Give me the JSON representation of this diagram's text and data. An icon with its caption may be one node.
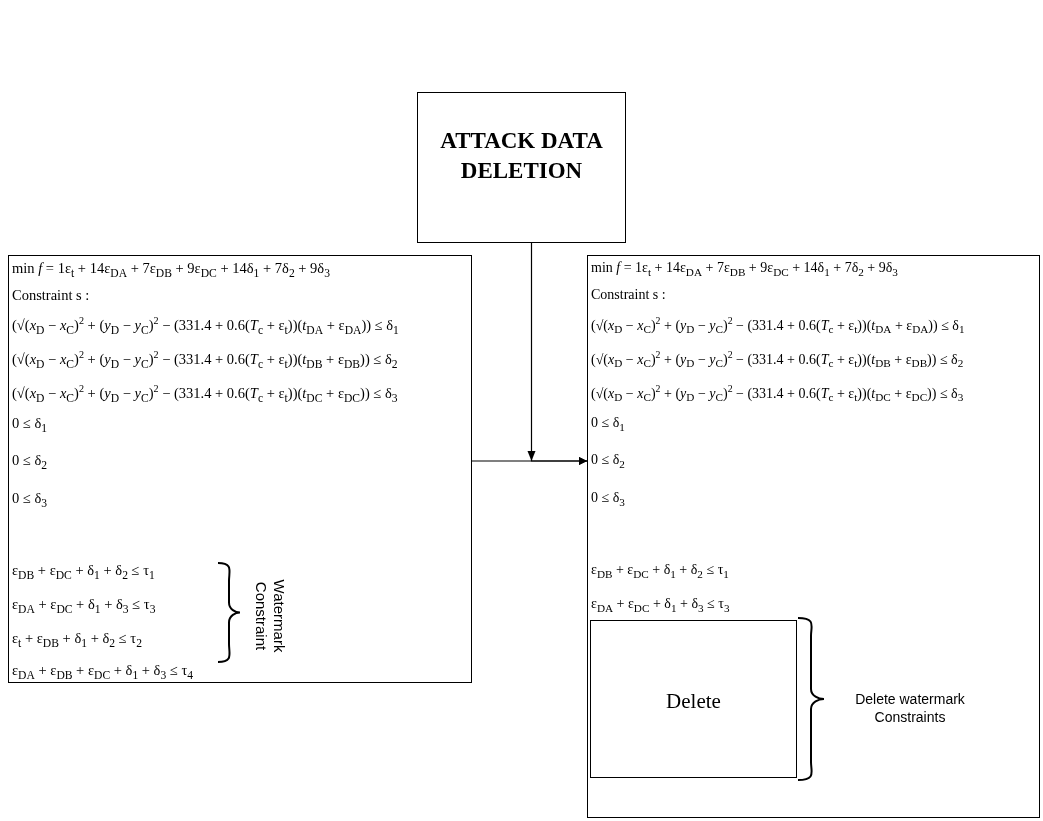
{
  "diagram": {
    "nodes": [
      {
        "text": [
          "ATTACK DATA DELETION"
        ]
      },
      {
        "text": [
          "min *f* = 1ε$_{t}$ + 14ε$_{DA}$ + 7ε$_{DB}$ + 9ε$_{DC}$ + 14δ$_{1}$ + 7δ$_{2}$ + 9δ$_{3}$",
          "Constraint s :",
          "(√(*x*$_{D}$ − *x*$_{C}$)$^{2}$ + (*y*$_{D}$ − *y*$_{C}$)$^{2}$ − (331.4 + 0.6(*T*$_{c}$ + ε$_{t}$))(*t*$_{DA}$ + ε$_{DA}$)) ≤ δ$_{1}$",
          "(√(*x*$_{D}$ − *x*$_{C}$)$^{2}$ + (*y*$_{D}$ − *y*$_{C}$)$^{2}$ − (331.4 + 0.6(*T*$_{c}$ + ε$_{t}$))(*t*$_{DB}$ + ε$_{DB}$)) ≤ δ$_{2}$",
          "(√(*x*$_{D}$ − *x*$_{C}$)$^{2}$ + (*y*$_{D}$ − *y*$_{C}$)$^{2}$ − (331.4 + 0.6(*T*$_{c}$ + ε$_{t}$))(*t*$_{DC}$ + ε$_{DC}$)) ≤ δ$_{3}$",
          "0 ≤ δ$_{1}$",
          "0 ≤ δ$_{2}$",
          "0 ≤ δ$_{3}$",
          "ε$_{DB}$ + ε$_{DC}$ + δ$_{1}$ + δ$_{2}$ ≤ τ$_{1}$",
          "ε$_{DA}$ + ε$_{DC}$ + δ$_{1}$ + δ$_{3}$ ≤ τ$_{3}$",
          "ε$_{t}$ + ε$_{DB}$ + δ$_{1}$ + δ$_{2}$ ≤ τ$_{2}$",
          "ε$_{DA}$ + ε$_{DB}$ + ε$_{DC}$ + δ$_{1}$ + δ$_{3}$ ≤ τ$_{4}$"
        ]
      },
      {
        "text": [
          "min *f* = 1ε$_{t}$ + 14ε$_{DA}$ + 7ε$_{DB}$ + 9ε$_{DC}$ + 14δ$_{1}$ + 7δ$_{2}$ + 9δ$_{3}$",
          "Constraint s :",
          "(√(*x*$_{D}$ − *x*$_{C}$)$^{2}$ + (*y*$_{D}$ − *y*$_{C}$)$^{2}$ − (331.4 + 0.6(*T*$_{c}$ + ε$_{t}$))(*t*$_{DA}$ + ε$_{DA}$)) ≤ δ$_{1}$",
          "(√(*x*$_{D}$ − *x*$_{C}$)$^{2}$ + (*y*$_{D}$ − *y*$_{C}$)$^{2}$ − (331.4 + 0.6(*T*$_{c}$ + ε$_{t}$))(*t*$_{DB}$ + ε$_{DB}$)) ≤ δ$_{2}$",
          "(√(*x*$_{D}$ − *x*$_{C}$)$^{2}$ + (*y*$_{D}$ − *y*$_{C}$)$^{2}$ − (331.4 + 0.6(*T*$_{c}$ + ε$_{t}$))(*t*$_{DC}$ + ε$_{DC}$)) ≤ δ$_{3}$",
          "0 ≤ δ$_{1}$",
          "0 ≤ δ$_{2}$",
          "0 ≤ δ$_{3}$",
          "ε$_{DB}$ + ε$_{DC}$ + δ$_{1}$ + δ$_{2}$ ≤ τ$_{1}$",
          "ε$_{DA}$ + ε$_{DC}$ + δ$_{1}$ + δ$_{3}$ ≤ τ$_{3}$"
        ]
      },
      {
        "text": [
          "Delete"
        ],
        "in": 2
      }
    ],
    "edges": [
      {
        "from": 1,
        "to": 2,
        "arrow": "to"
      },
      {
        "from": 0,
        "to": 2,
        "arrow": "to"
      }
    ],
    "labels": [
      "Watermark Constraint",
      "Delete watermark Constraints"
    ]
  }
}
